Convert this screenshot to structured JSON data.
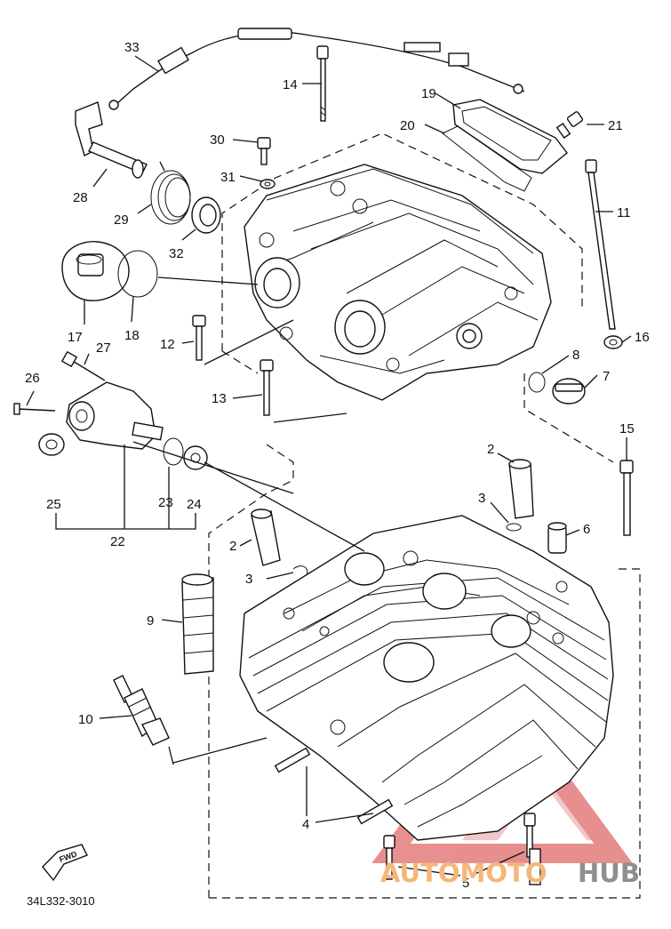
{
  "diagram": {
    "drawing_code": "34L332-3010",
    "find_marker": "FWD",
    "watermark": {
      "prefix": "AUTOMOTO",
      "suffix": "HUB",
      "colors": {
        "prefix": "#f3b77a",
        "suffix": "#8f8f8f",
        "triangle": "#e06a6a"
      }
    },
    "callouts": [
      "33",
      "14",
      "19",
      "20",
      "21",
      "30",
      "31",
      "11",
      "28",
      "29",
      "32",
      "17",
      "18",
      "16",
      "12",
      "27",
      "8",
      "7",
      "26",
      "13",
      "15",
      "2",
      "25",
      "23",
      "24",
      "22",
      "3",
      "6",
      "9",
      "10",
      "4",
      "5"
    ]
  }
}
